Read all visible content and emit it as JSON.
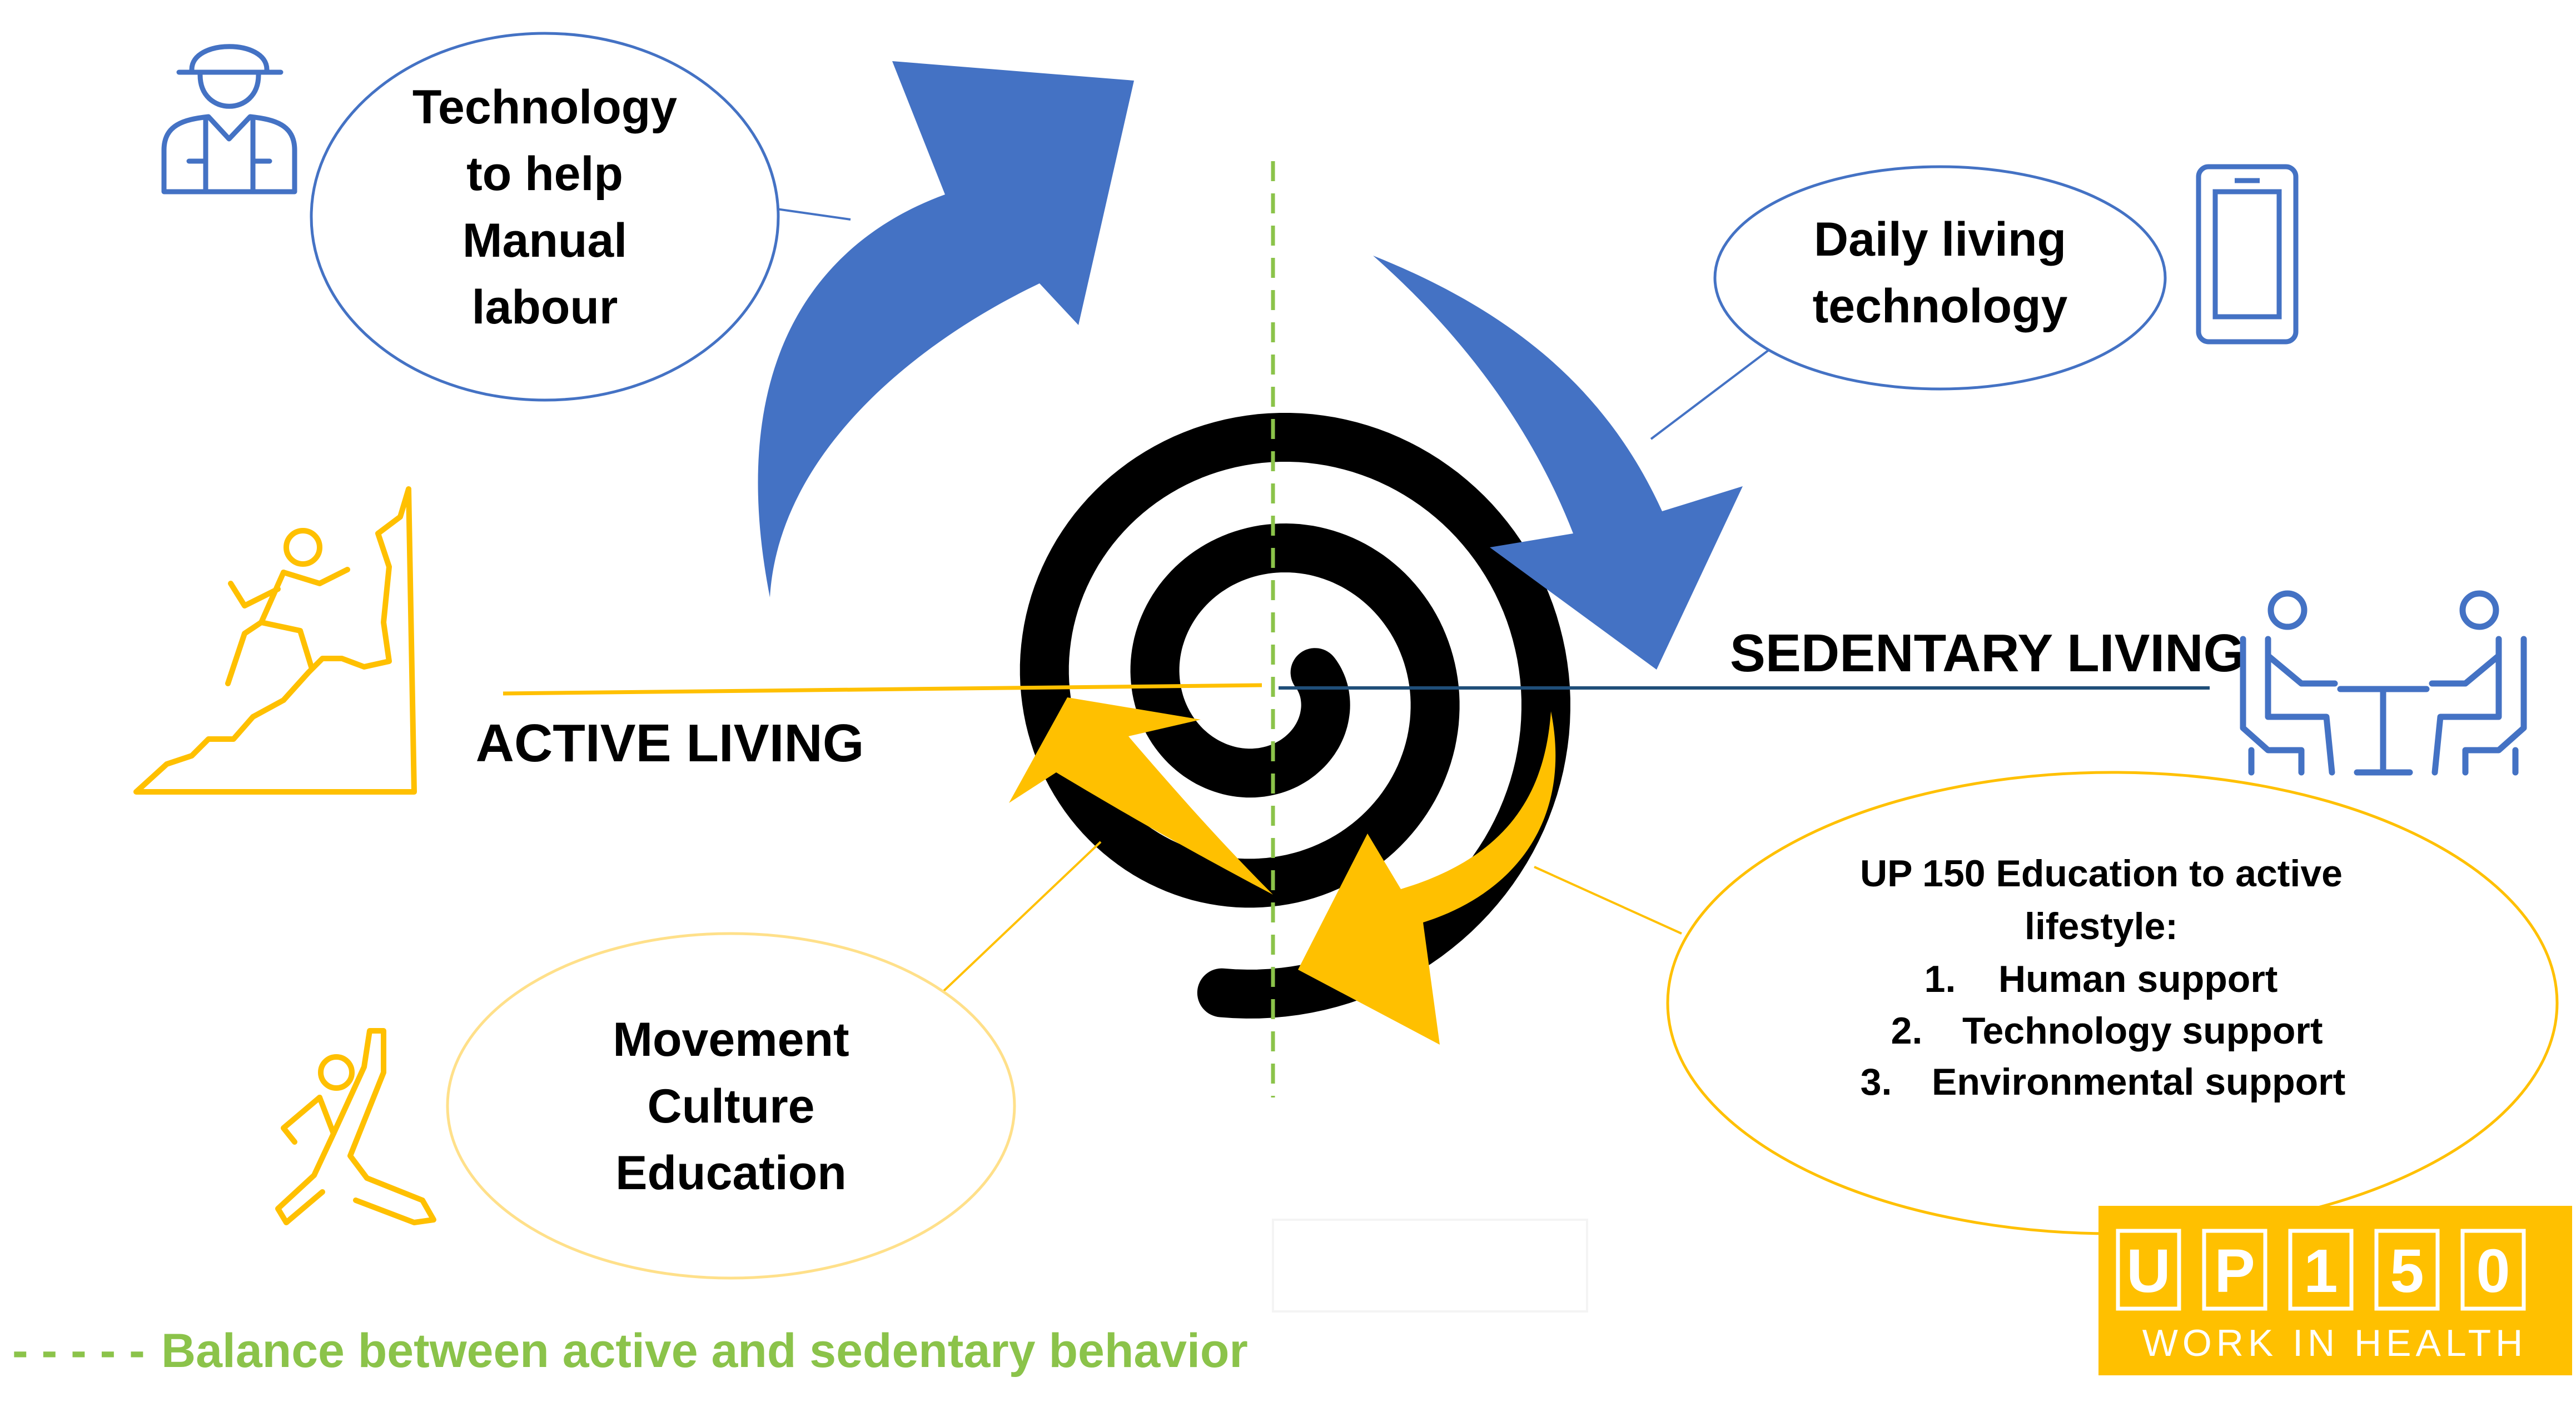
{
  "colors": {
    "blue": "#4472C4",
    "yellow": "#FFC000",
    "green": "#8BC34A",
    "spiral": "#000000",
    "navy_line": "#1F4E79",
    "text": "#000000"
  },
  "labels": {
    "active_living": "ACTIVE LIVING",
    "sedentary_living": "SEDENTARY LIVING"
  },
  "bubbles": {
    "manual_labour": [
      "Technology",
      "to help",
      "Manual",
      "labour"
    ],
    "daily_living": [
      "Daily living",
      "technology"
    ],
    "movement": [
      "Movement",
      "Culture",
      "Education"
    ],
    "up150": {
      "heading": [
        "UP 150 Education to active",
        "lifestyle:"
      ],
      "items": [
        {
          "num": "1.",
          "text": "Human support"
        },
        {
          "num": "2.",
          "text": "Technology support"
        },
        {
          "num": "3.",
          "text": "Environmental support"
        }
      ]
    }
  },
  "legend": {
    "dashes": "- - - - -",
    "text": "Balance between active and sedentary behavior"
  },
  "logo": {
    "letters": [
      "U",
      "P",
      "1",
      "5",
      "0"
    ],
    "tagline": "WORK IN HEALTH"
  },
  "icons": {
    "worker": "construction-worker-icon",
    "tablet": "tablet-icon",
    "climber": "climbing-person-icon",
    "meeting": "people-at-table-icon",
    "yoga": "stretching-person-icon"
  }
}
